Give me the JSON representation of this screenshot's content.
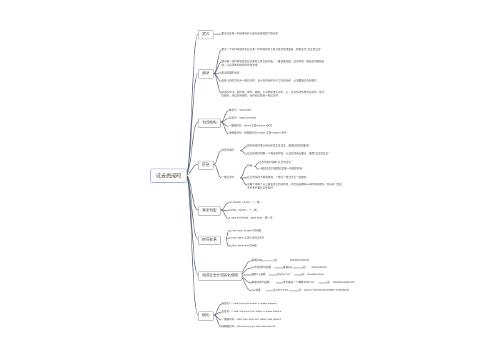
{
  "root": "过去完成时",
  "topics": {
    "definition": {
      "label": "定义",
      "items": [
        "表示过去某一时间或动作以前已经完成的了的动作"
      ]
    },
    "usage": {
      "label": "用法",
      "items": [
        "表示一个动作或状态在过去某一时间或动作之前已经完成或结束，即发生在“过去的过去”",
        "表示某一动作或状态在过去某时之前已经开始，一直延续到这一过去时间，而且还可能在延续，往往带有持续性的时间状语。",
        "表示愿望的状态",
        "用在以判的文句为一般过去时，且从句的动作先于主句的动作，从句要用过去完成时",
        "状语从句中，若时间、条件、原因、方式等状语从句中，主、从句的动作有先后关系，动作在前的，用过去完成时，动作在后的用一般过去时"
      ]
    },
    "structure": {
      "label": "句式结构",
      "items": [
        "肯定句：had done",
        "否定句：had not done",
        "一般疑问句：Had+主语+done+其它",
        "特殊疑问句：特殊疑问词+had+主语+done+其它"
      ]
    },
    "difference": {
      "label": "区别",
      "group1": {
        "label": "现在完成时",
        "items": [
          "现在完成时表示的动作发生在过去，强调对现在的影响",
          "过去完成时则是一个相对的时态，以过去时间为基点，强调“过去的过去”"
        ]
      },
      "group2": {
        "label": "一般过去时",
        "time_label": "时间",
        "time_items": [
          "过去完成时强调“过去的过去”",
          "一般过去时只强调过去某一特定的时间"
        ],
        "items": [
          "过去完成时不单独使用，一般与一般过去式一起使用",
          "当两个或两个以上接连发生的动作时，可在后由顺序and的时间关系，所以用一般过去时来代替过去完成时"
        ]
      }
    },
    "patterns": {
      "label": "常见句型",
      "items": [
        "no sooner...than...一...就...",
        "hardly...when... 一...就...",
        "It was the third...time that...第一次..."
      ]
    },
    "time_adverbials": {
      "label": "时间状语",
      "items": [
        "by the end of last+时间短",
        "by the time 主语+动词过去式",
        "by/the time of+时间段"
      ]
    },
    "verb_forms": {
      "label": "动词过去分词变化规则",
      "rows": [
        {
          "rule": "直接加ed",
          "eg": "如",
          "examples": "worked,played"
        },
        {
          "rule": "以不发音的e结尾",
          "sub": "直接加d",
          "eg": "如",
          "examples": "lived,tasted"
        },
        {
          "rule": "辅音+y结尾",
          "sub": "改y为i+ed",
          "eg": "如",
          "examples": "studied,tried"
        },
        {
          "rule": "重读闭音节结尾",
          "sub": "双写最后一个辅音字母+ed",
          "eg": "如",
          "examples": "stopped,planned"
        },
        {
          "rule": "以c结尾",
          "sub": "变c为ck+ed",
          "eg": "如",
          "examples": "picnic→picnicked,traffic→trafficked"
        }
      ]
    },
    "examples": {
      "label": "例句",
      "items": [
        "肯定句：I had sent the letter a week before",
        "否定句：I had not sent the letter a week before",
        "一般疑问句：Had you sent the letter last week?",
        "特殊疑问句：What had you sent last week?"
      ]
    }
  },
  "colors": {
    "line": "#4a5568",
    "root_border": "#9fb7da",
    "topic_border": "#b8b8b8"
  }
}
